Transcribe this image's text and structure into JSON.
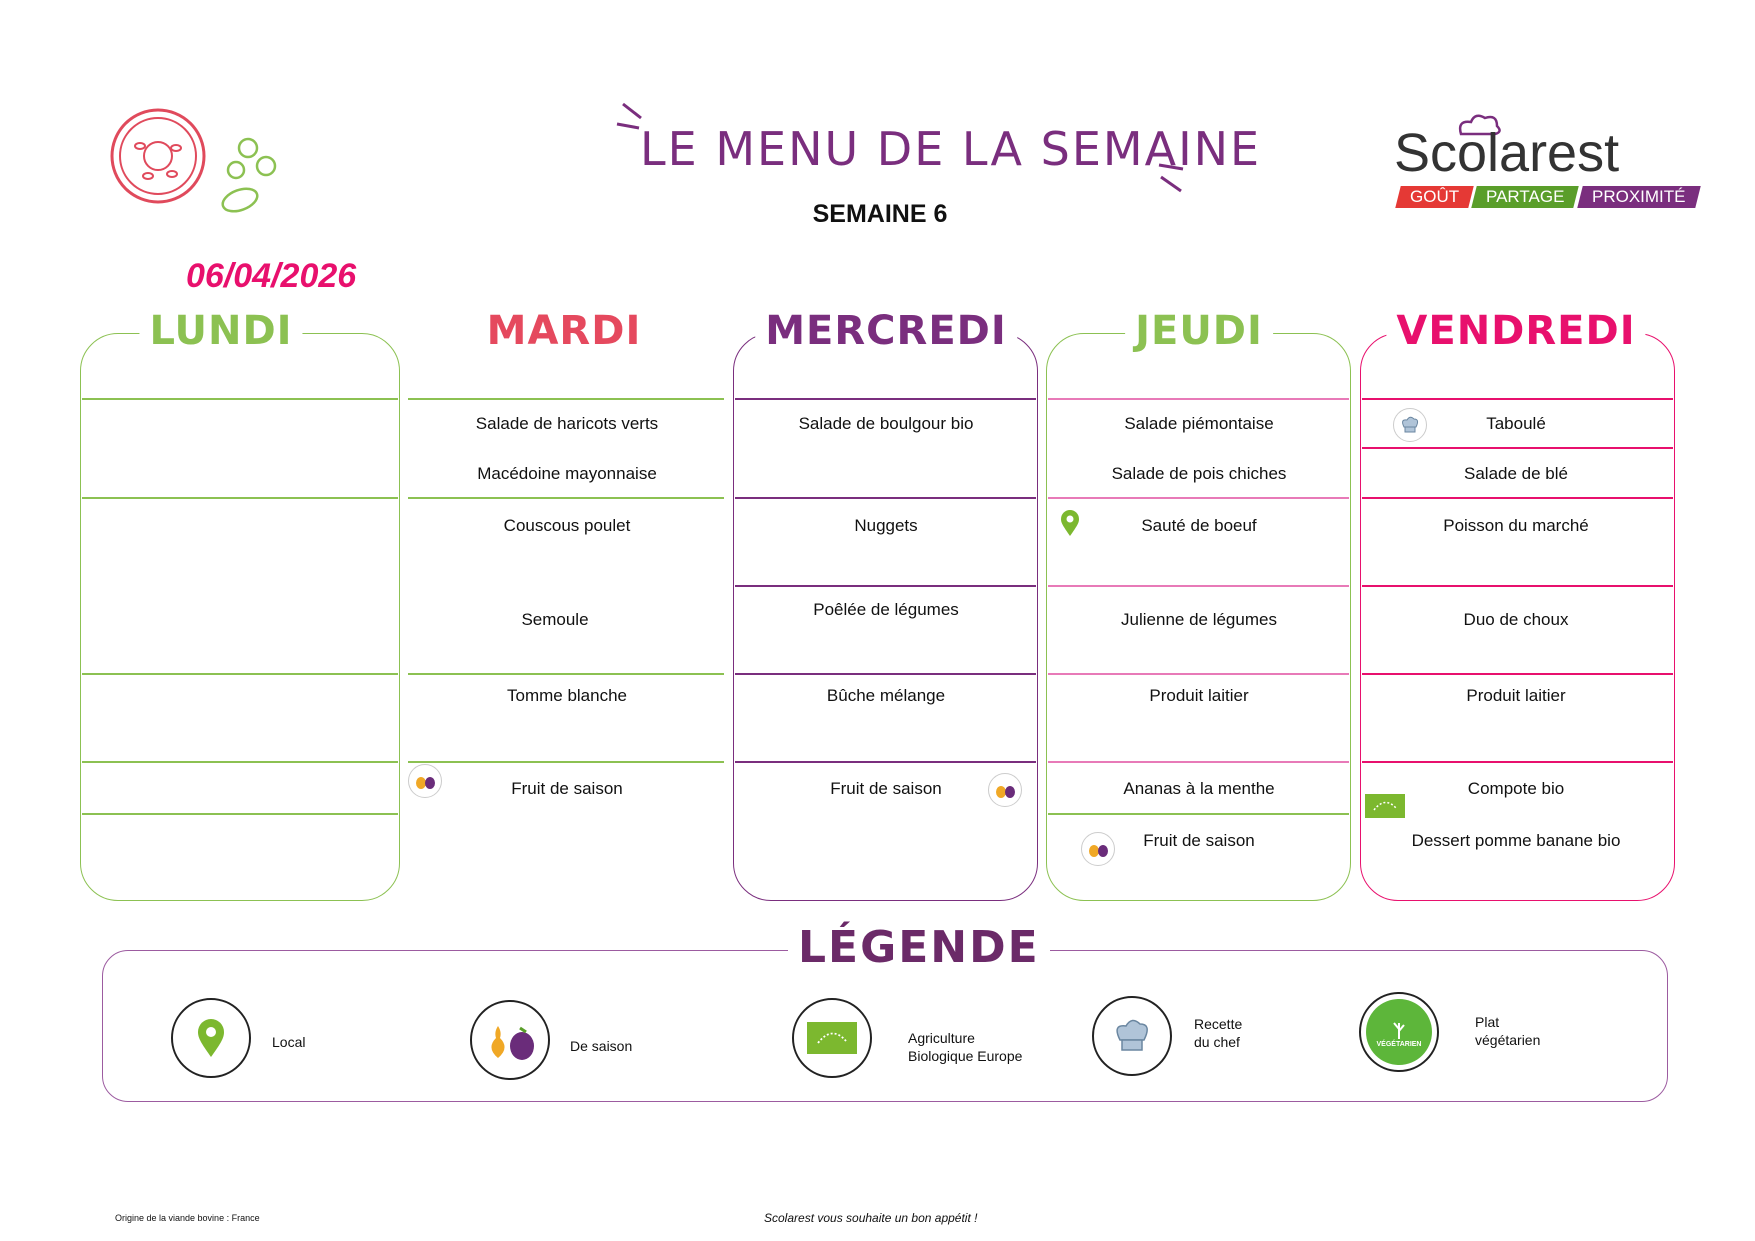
{
  "header": {
    "title": "LE MENU DE LA SEMAINE",
    "week": "SEMAINE 6",
    "date": "06/04/2026"
  },
  "brand": {
    "name": "Scolarest",
    "tagline": [
      "GOÛT",
      "PARTAGE",
      "PROXIMITÉ"
    ]
  },
  "days": {
    "lundi": {
      "label": "LUNDI"
    },
    "mardi": {
      "label": "MARDI",
      "items": [
        "Salade de haricots verts",
        "Macédoine mayonnaise",
        "Couscous  poulet",
        "Semoule",
        "Tomme blanche",
        "Fruit de saison"
      ]
    },
    "mercredi": {
      "label": "MERCREDI",
      "items": [
        "Salade de boulgour bio",
        "Nuggets",
        "Poêlée de légumes",
        "Bûche mélange",
        "Fruit de saison"
      ]
    },
    "jeudi": {
      "label": "JEUDI",
      "items": [
        "Salade piémontaise",
        "Salade de pois chiches",
        "Sauté de boeuf",
        "Julienne de légumes",
        "Produit laitier",
        "Ananas à la menthe",
        "Fruit de saison"
      ]
    },
    "vendredi": {
      "label": "VENDREDI",
      "items": [
        "Taboulé",
        "Salade de blé",
        "Poisson du marché",
        "Duo de choux",
        "Produit laitier",
        "Compote bio",
        "Dessert pomme banane bio"
      ]
    }
  },
  "legend": {
    "title": "LÉGENDE",
    "items": [
      {
        "icon": "location-pin-icon",
        "text": "Local"
      },
      {
        "icon": "seasonal-fruit-icon",
        "text": "De saison"
      },
      {
        "icon": "organic-eu-leaf-icon",
        "text": "Agriculture\nBiologique Europe"
      },
      {
        "icon": "chef-hat-icon",
        "text": "Recette\ndu chef"
      },
      {
        "icon": "vegetarian-icon",
        "text": "Plat\nvégétarien",
        "badge": "VÉGÉTARIEN"
      }
    ]
  },
  "footer": {
    "origin": "Origine de la viande bovine : France",
    "message": "Scolarest vous souhaite un bon appétit !"
  },
  "colors": {
    "lundi": "#8cc152",
    "mardi": "#e5495e",
    "mercredi": "#7a2e7e",
    "jeudi": "#8cc152",
    "vendredi": "#e8106d",
    "title": "#7a2e7e",
    "date": "#e8106d",
    "tag_gout": "#e53935",
    "tag_partage": "#5a9e2a",
    "tag_proximite": "#7a2e7e"
  }
}
